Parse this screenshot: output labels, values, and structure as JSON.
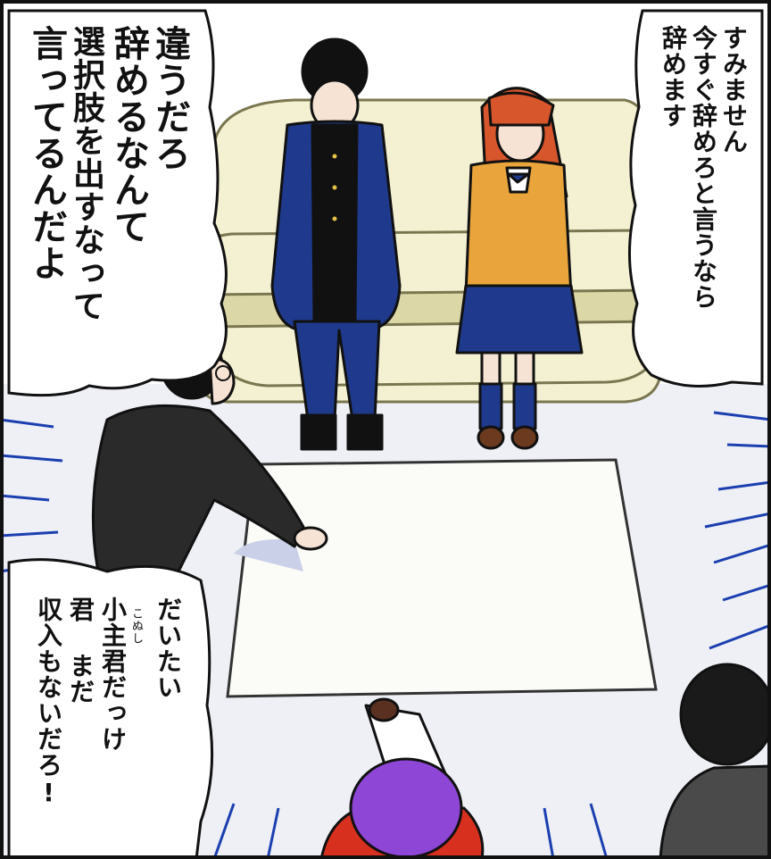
{
  "panel": {
    "bubble_left": {
      "lines": [
        "違うだろ",
        "辞めるなんて",
        "選択肢を出すなって",
        "言ってるんだよ"
      ]
    },
    "bubble_right": {
      "lines": [
        "すみません",
        "今すぐ辞めろと言うなら",
        "辞めます"
      ]
    },
    "bubble_bottom_left": {
      "lines": [
        "だいたい",
        "小主君だっけ",
        "君  まだ",
        "収入もないだろ!"
      ],
      "ruby": "こぬし"
    }
  },
  "colors": {
    "sofa": "#f4f1d2",
    "sofa_shade": "#dcd7a6",
    "table": "#fbfbf7",
    "uniform_boy": "#1f3a8c",
    "girl_hair": "#d8562b",
    "girl_blazer": "#e9a43b",
    "girl_skirt": "#1f3a8c",
    "man_jacket": "#2a2a2a",
    "speed_lines": "#1b3fb0",
    "purple_hair": "#8e46d6",
    "red_top": "#d8301f"
  }
}
